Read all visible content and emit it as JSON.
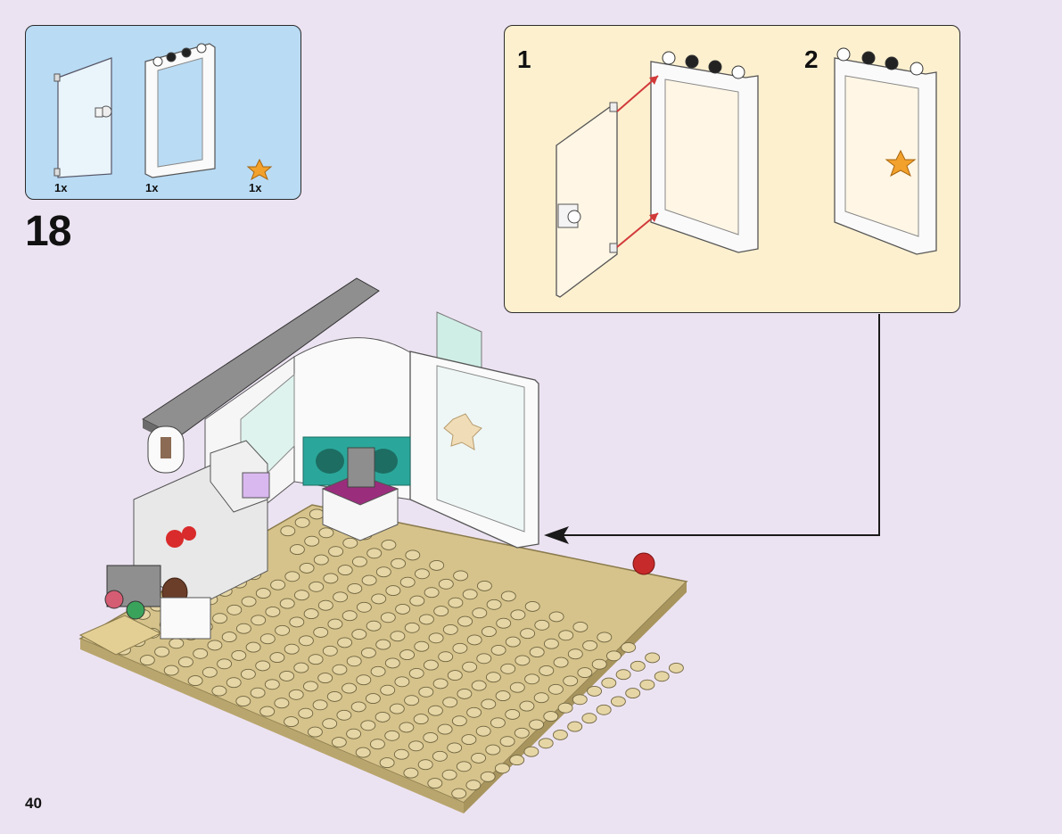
{
  "parts_list": {
    "items": [
      {
        "name": "door",
        "qty": "1x"
      },
      {
        "name": "door-frame",
        "qty": "1x"
      },
      {
        "name": "star-tile",
        "qty": "1x"
      }
    ]
  },
  "step": {
    "number": "18",
    "substeps": [
      {
        "number": "1"
      },
      {
        "number": "2"
      }
    ]
  },
  "page": {
    "number": "40"
  },
  "colors": {
    "background": "#ece3f2",
    "parts_box": "#b9dbf4",
    "substep_box": "#fdf0cf",
    "baseplate": "#d6c38b",
    "arrow": "#d23a3a"
  }
}
